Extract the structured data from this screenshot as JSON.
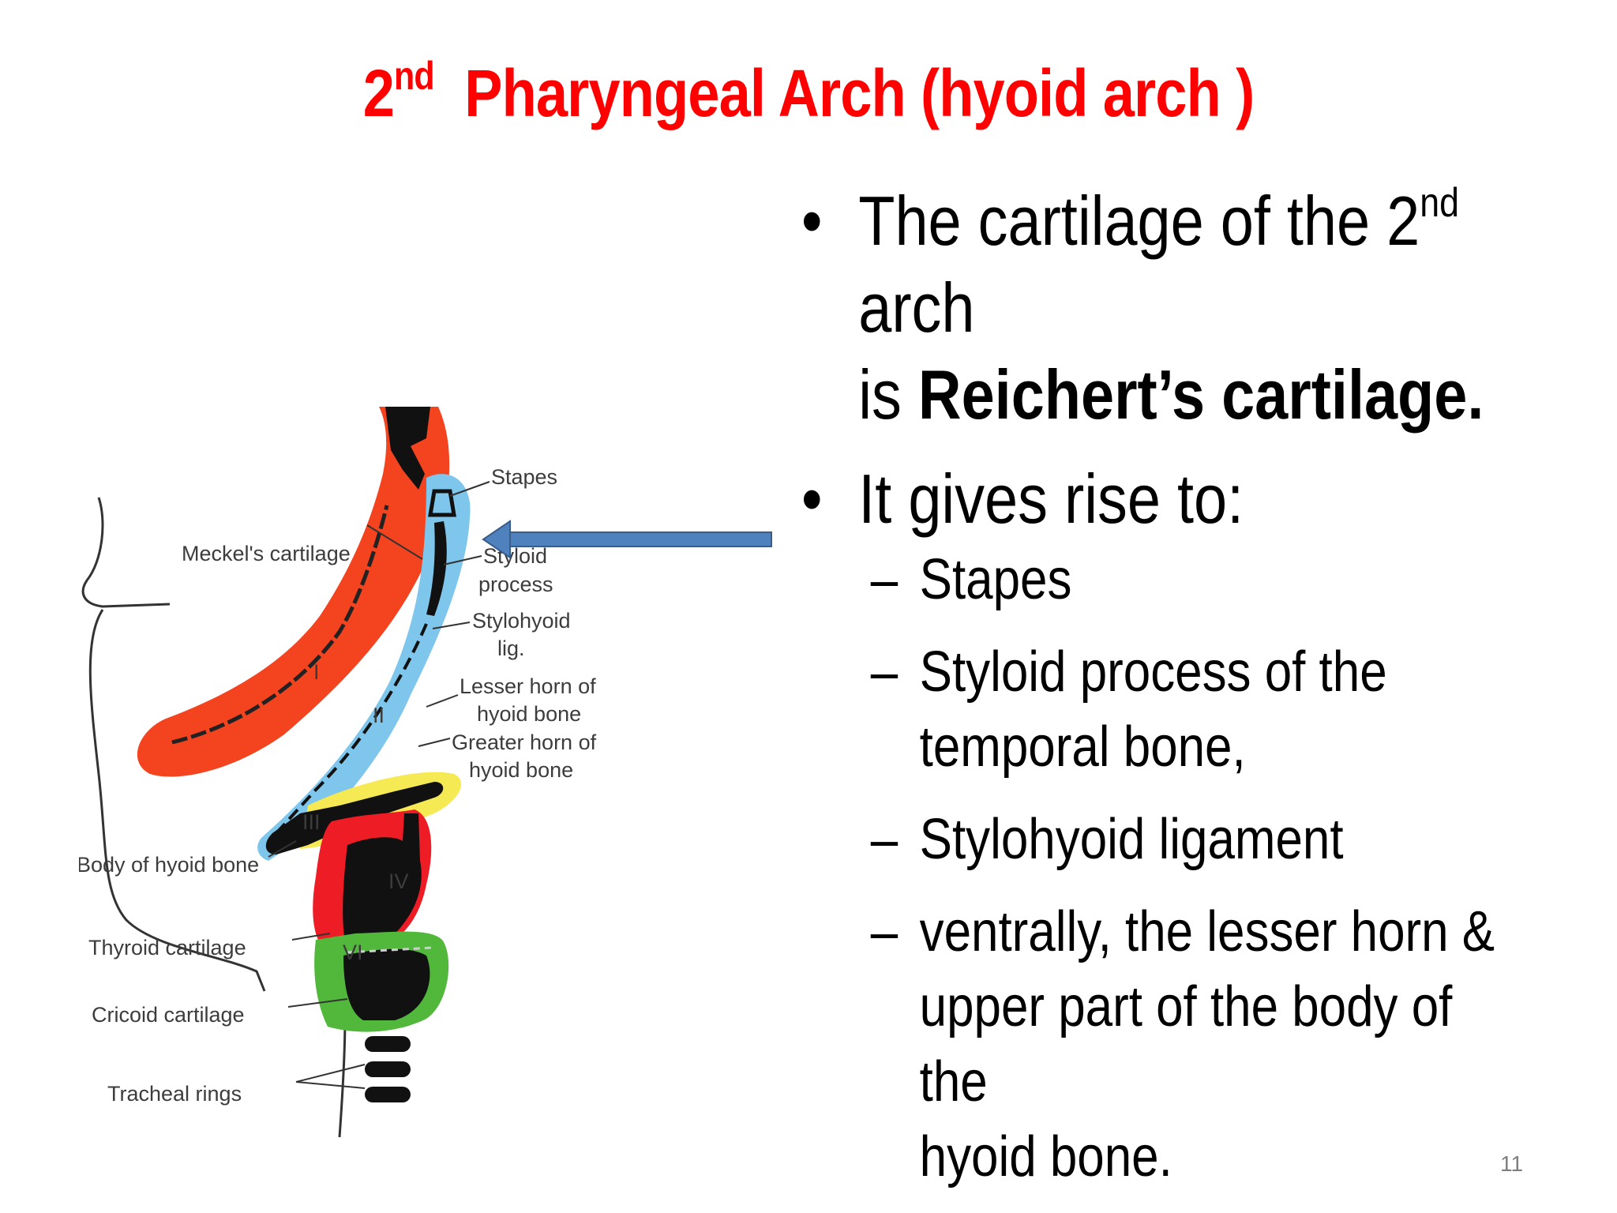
{
  "title": {
    "num": "2",
    "sup": "nd",
    "text": "Pharyngeal Arch (hyoid arch )"
  },
  "bullets": {
    "b1_pre": "The cartilage of the 2",
    "b1_sup": "nd",
    "b1_post": " arch",
    "b1_line2_pre": "is ",
    "b1_line2_bold": "Reichert’s cartilage.",
    "b2": "It gives rise to:",
    "sub": [
      {
        "dash": "–",
        "lines": [
          "Stapes"
        ]
      },
      {
        "dash": "–",
        "lines": [
          "Styloid process of the",
          "temporal bone,"
        ]
      },
      {
        "dash": "–",
        "lines": [
          "Stylohyoid ligament"
        ]
      },
      {
        "dash": "–",
        "lines": [
          "ventrally, the lesser horn &",
          "upper part of the body of the",
          "hyoid bone."
        ]
      }
    ]
  },
  "diagram": {
    "labels": {
      "stapes": "Stapes",
      "meckels": "Meckel's cartilage",
      "styloid1": "Styloid",
      "styloid2": "process",
      "stylohyoid1": "Stylohyoid",
      "stylohyoid2": "lig.",
      "lesser1": "Lesser horn of",
      "lesser2": "hyoid bone",
      "greater1": "Greater horn of",
      "greater2": "hyoid bone",
      "body": "Body of hyoid bone",
      "thyroid": "Thyroid cartilage",
      "cricoid": "Cricoid cartilage",
      "tracheal": "Tracheal rings"
    },
    "roman": {
      "r1": "I",
      "r2": "II",
      "r3": "III",
      "r4": "IV",
      "r6": "VI"
    }
  },
  "colors": {
    "title": "#ff0000",
    "arch1": "#f4431f",
    "arch2": "#7ec6ec",
    "arch3": "#f6ea54",
    "arch4": "#ee1c24",
    "arch6": "#52b83c",
    "arrow": "#4f81bd"
  },
  "page_number": "11"
}
